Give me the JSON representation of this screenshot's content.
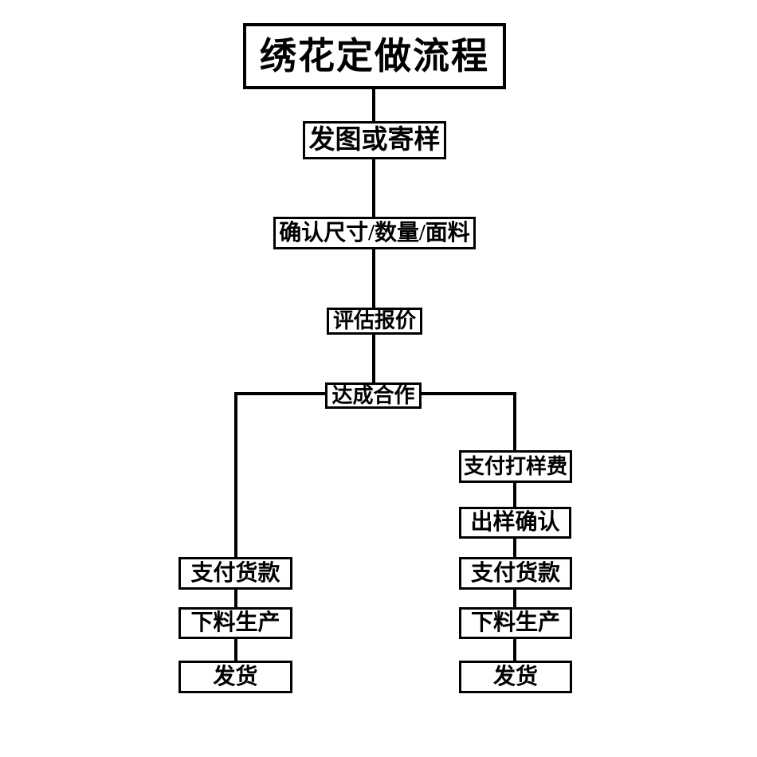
{
  "flowchart": {
    "title": "绣花定做流程",
    "steps": [
      {
        "label": "发图或寄样"
      },
      {
        "label": "确认尺寸/数量/面料"
      },
      {
        "label": "评估报价"
      },
      {
        "label": "达成合作"
      }
    ],
    "left_branch": {
      "steps": [
        {
          "label": "支付货款"
        },
        {
          "label": "下料生产"
        },
        {
          "label": "发货"
        }
      ]
    },
    "right_branch": {
      "steps": [
        {
          "label": "支付打样费"
        },
        {
          "label": "出样确认"
        },
        {
          "label": "支付货款"
        },
        {
          "label": "下料生产"
        },
        {
          "label": "发货"
        }
      ]
    },
    "colors": {
      "line": "#000000",
      "background": "#ffffff",
      "text": "#000000"
    }
  }
}
